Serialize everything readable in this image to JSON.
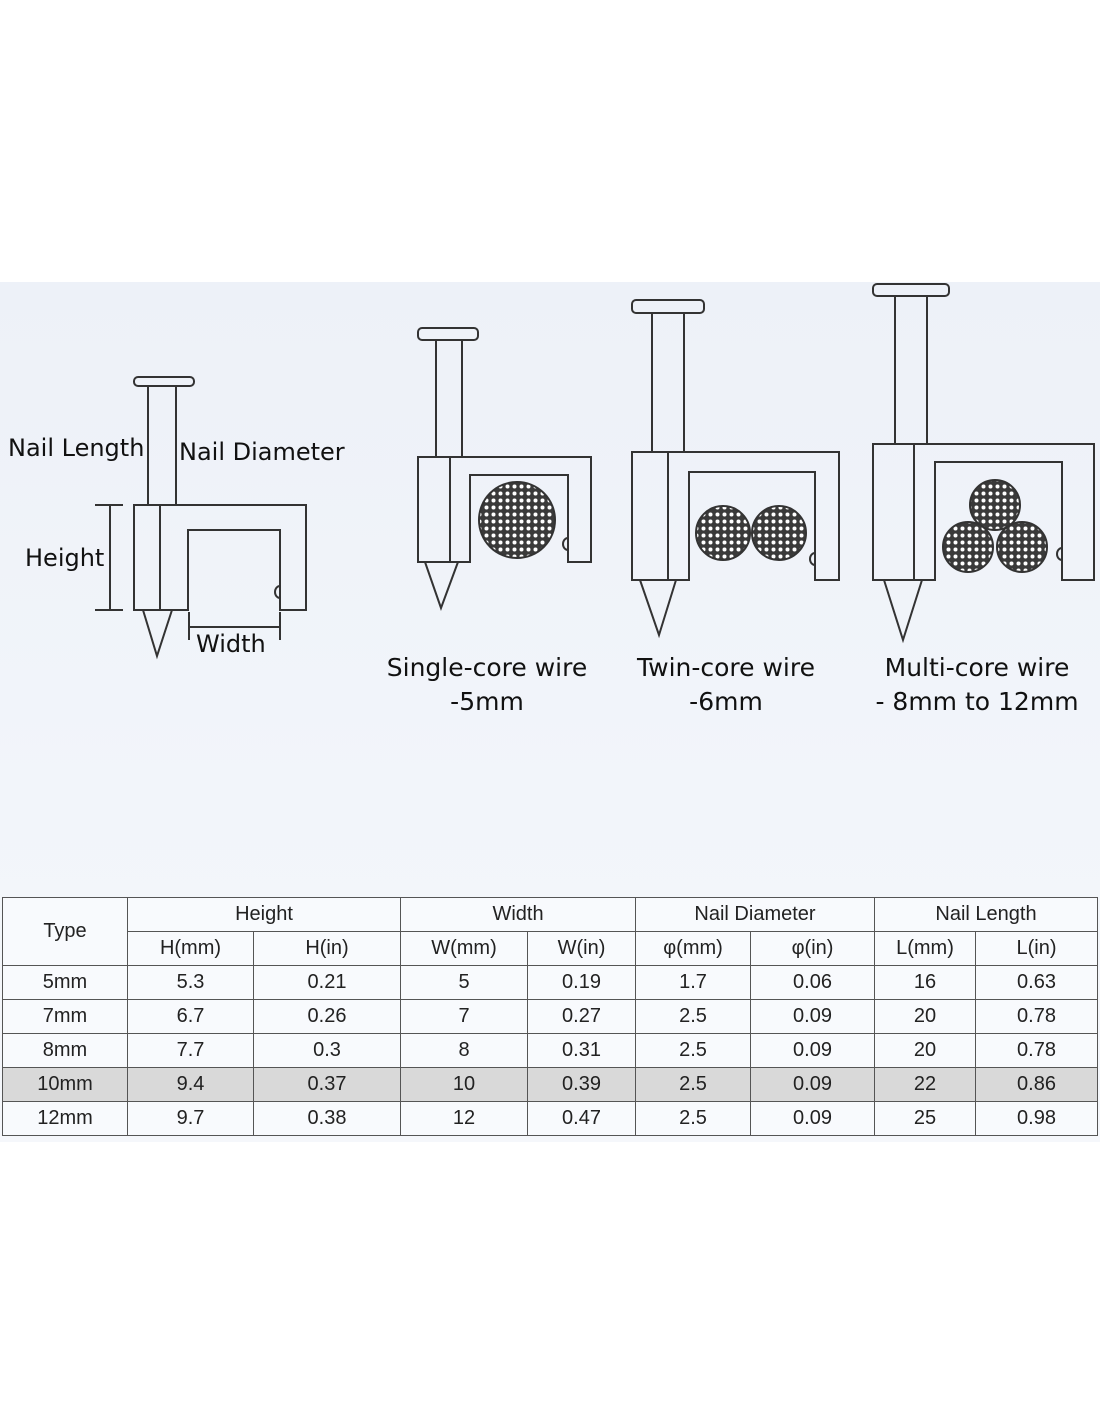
{
  "labels": {
    "nail_length": "Nail Length",
    "nail_diameter": "Nail Diameter",
    "height": "Height",
    "width": "Width"
  },
  "captions": [
    {
      "line1": "Single-core wire",
      "line2": "-5mm"
    },
    {
      "line1": "Twin-core wire",
      "line2": "-6mm"
    },
    {
      "line1": "Multi-core wire",
      "line2": "- 8mm to 12mm"
    }
  ],
  "table": {
    "type_header": "Type",
    "groups": [
      "Height",
      "Width",
      "Nail Diameter",
      "Nail Length"
    ],
    "subheaders": [
      "H(mm)",
      "H(in)",
      "W(mm)",
      "W(in)",
      "φ(mm)",
      "φ(in)",
      "L(mm)",
      "L(in)"
    ],
    "rows": [
      [
        "5mm",
        "5.3",
        "0.21",
        "5",
        "0.19",
        "1.7",
        "0.06",
        "16",
        "0.63"
      ],
      [
        "7mm",
        "6.7",
        "0.26",
        "7",
        "0.27",
        "2.5",
        "0.09",
        "20",
        "0.78"
      ],
      [
        "8mm",
        "7.7",
        "0.3",
        "8",
        "0.31",
        "2.5",
        "0.09",
        "20",
        "0.78"
      ],
      [
        "10mm",
        "9.4",
        "0.37",
        "10",
        "0.39",
        "2.5",
        "0.09",
        "22",
        "0.86"
      ],
      [
        "12mm",
        "9.7",
        "0.38",
        "12",
        "0.47",
        "2.5",
        "0.09",
        "25",
        "0.98"
      ]
    ],
    "highlight_row": 3
  }
}
